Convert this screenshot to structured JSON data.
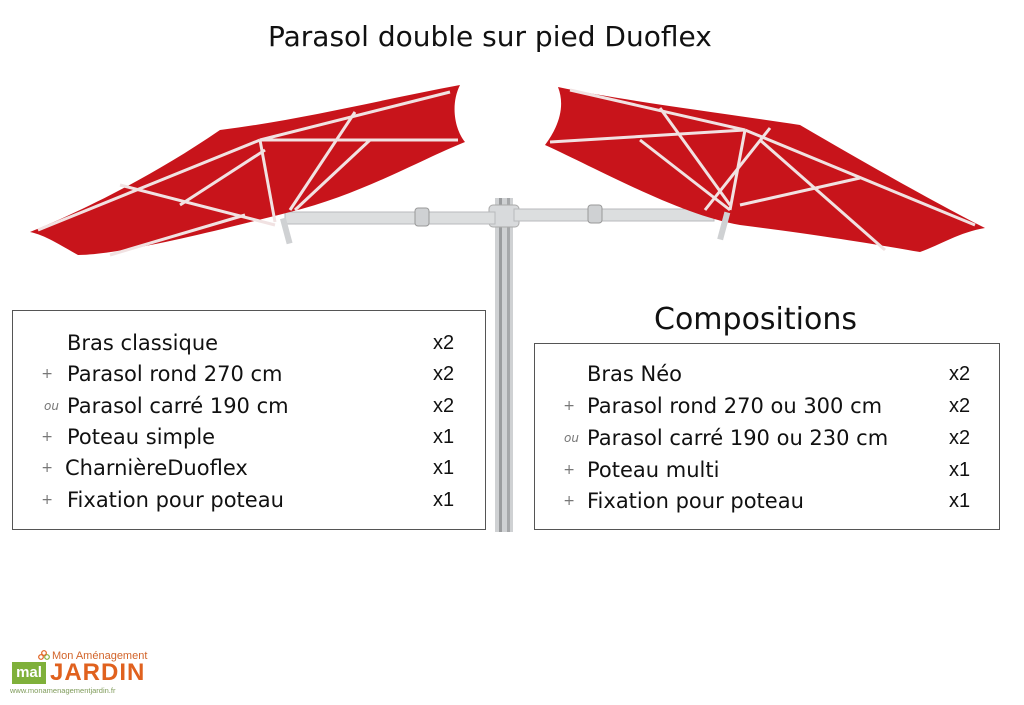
{
  "title": "Parasol double sur pied Duoflex",
  "compositions_heading": "Compositions",
  "colors": {
    "canopy_red": "#c8141b",
    "frame_white": "#e8e8e8",
    "pole_grey": "#c9cbcd",
    "logo_orange": "#e0611e",
    "logo_green": "#7fb03a"
  },
  "left_box": {
    "rows": [
      {
        "prefix": "",
        "label": "Bras classique",
        "qty": "x2"
      },
      {
        "prefix": "+",
        "label": "Parasol rond 270 cm",
        "qty": "x2"
      },
      {
        "prefix": "ou",
        "label": "Parasol carré 190 cm",
        "qty": "x2"
      },
      {
        "prefix": "+",
        "label": "Poteau simple",
        "qty": "x1"
      },
      {
        "prefix": "+",
        "label": "CharnièreDuoflex",
        "qty": "x1"
      },
      {
        "prefix": "+",
        "label": "Fixation pour poteau",
        "qty": "x1"
      }
    ]
  },
  "right_box": {
    "rows": [
      {
        "prefix": "",
        "label": "Bras Néo",
        "qty": "x2"
      },
      {
        "prefix": "+",
        "label": "Parasol rond 270 ou 300 cm",
        "qty": "x2"
      },
      {
        "prefix": "ou",
        "label": "Parasol carré 190 ou 230 cm",
        "qty": "x2"
      },
      {
        "prefix": "+",
        "label": "Poteau multi",
        "qty": "x1"
      },
      {
        "prefix": "+",
        "label": "Fixation pour poteau",
        "qty": "x1"
      }
    ]
  },
  "logo": {
    "line1": "Mon Aménagement",
    "line2": "JARDIN",
    "badge": "mal",
    "url": "www.monamenagementjardin.fr"
  }
}
